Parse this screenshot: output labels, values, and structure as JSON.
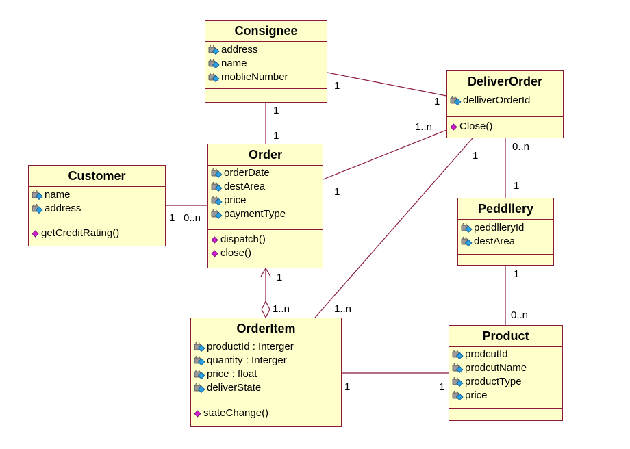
{
  "classes": {
    "consignee": {
      "name": "Consignee",
      "attributes": [
        "address",
        "name",
        "moblieNumber"
      ],
      "operations": []
    },
    "deliverorder": {
      "name": "DeliverOrder",
      "attributes": [
        "delliverOrderId"
      ],
      "operations": [
        "Close()"
      ]
    },
    "order": {
      "name": "Order",
      "attributes": [
        "orderDate",
        "destArea",
        "price",
        "paymentType"
      ],
      "operations": [
        "dispatch()",
        "close()"
      ]
    },
    "customer": {
      "name": "Customer",
      "attributes": [
        "name",
        "address"
      ],
      "operations": [
        "getCreditRating()"
      ]
    },
    "peddllery": {
      "name": "Peddllery",
      "attributes": [
        "peddlleryId",
        "destArea"
      ],
      "operations": []
    },
    "orderitem": {
      "name": "OrderItem",
      "attributes": [
        "productId : Interger",
        "quantity : Interger",
        "price : float",
        "deliverState"
      ],
      "operations": [
        "stateChange()"
      ]
    },
    "product": {
      "name": "Product",
      "attributes": [
        "prodcutId",
        "prodcutName",
        "productType",
        "price"
      ],
      "operations": []
    }
  },
  "associations": {
    "consignee_order": {
      "from_mult": "1",
      "to_mult": "1"
    },
    "consignee_deliverorder": {
      "from_mult": "1",
      "to_mult": "1"
    },
    "order_deliverorder": {
      "from_mult": "1",
      "to_mult": "1..n"
    },
    "customer_order": {
      "from_mult": "1",
      "to_mult": "0..n"
    },
    "deliverorder_peddllery": {
      "from_mult": "0..n",
      "to_mult": "1"
    },
    "deliverorder_orderitem": {
      "from_mult": "1",
      "to_mult": "1..n"
    },
    "order_orderitem": {
      "from_mult": "1",
      "to_mult": "1..n"
    },
    "peddllery_product": {
      "from_mult": "1",
      "to_mult": "0..n"
    },
    "orderitem_product": {
      "from_mult": "1",
      "to_mult": "1"
    }
  },
  "colors": {
    "box_fill": "#ffffcc",
    "border": "#8b1a3a",
    "operation_icon": "#d01ad0",
    "attribute_icon": "#2aa0e0"
  }
}
